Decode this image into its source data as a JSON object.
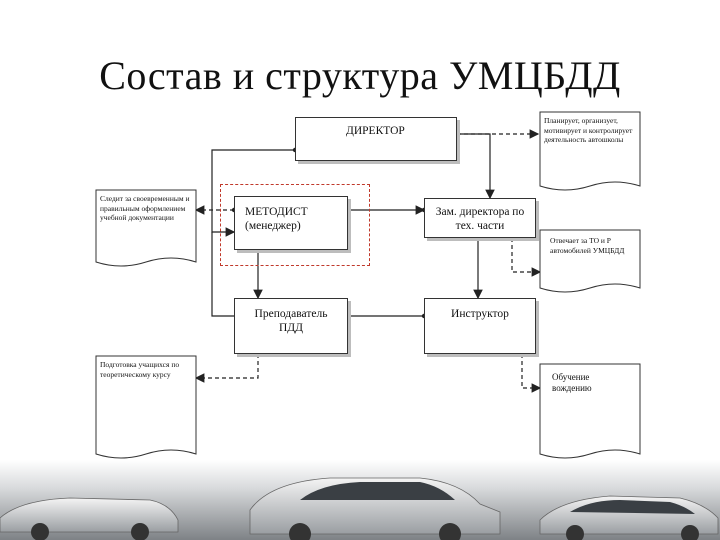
{
  "title": "Состав и структура УМЦБДД",
  "boxes": {
    "director": "ДИРЕКТОР",
    "methodist": "МЕТОДИСТ (менеджер)",
    "deputy": "Зам. директора по тех. части",
    "teacher": "Преподаватель ПДД",
    "instructor": "Инструктор"
  },
  "notes": {
    "director_duties": "Планирует, организует, мотивирует и контролирует деятельность автошколы",
    "methodist_duties": "Следит за своевременным и правильным оформлением учебной документации",
    "deputy_duties": "Отвечает за ТО и Р автомобилей УМЦБДД",
    "teacher_duties": "Подготовка учащихся по теоретическому курсу",
    "instructor_duties": "Обучение вождению"
  },
  "colors": {
    "frame_dashed": "#c0392b",
    "line": "#222222",
    "shadow": "#bdbdbd"
  }
}
